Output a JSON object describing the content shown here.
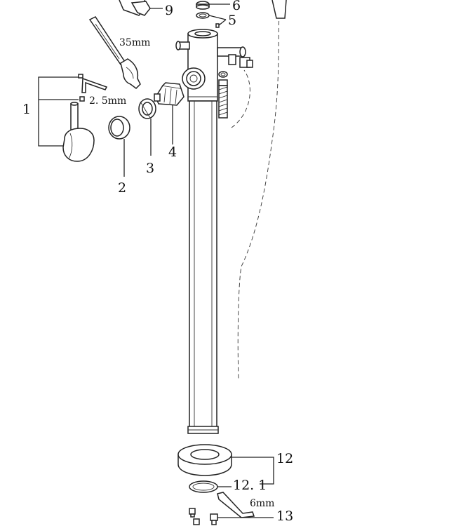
{
  "diagram": {
    "part_labels": {
      "p1": "1",
      "p2": "2",
      "p3": "3",
      "p4": "4",
      "p5": "5",
      "p6": "6",
      "p9": "9",
      "p12": "12",
      "p12_1": "12. 1",
      "p13": "13"
    },
    "dimensions": {
      "wrench": "35mm",
      "hex_key_small": "2. 5mm",
      "hex_key_large": "6mm"
    }
  }
}
